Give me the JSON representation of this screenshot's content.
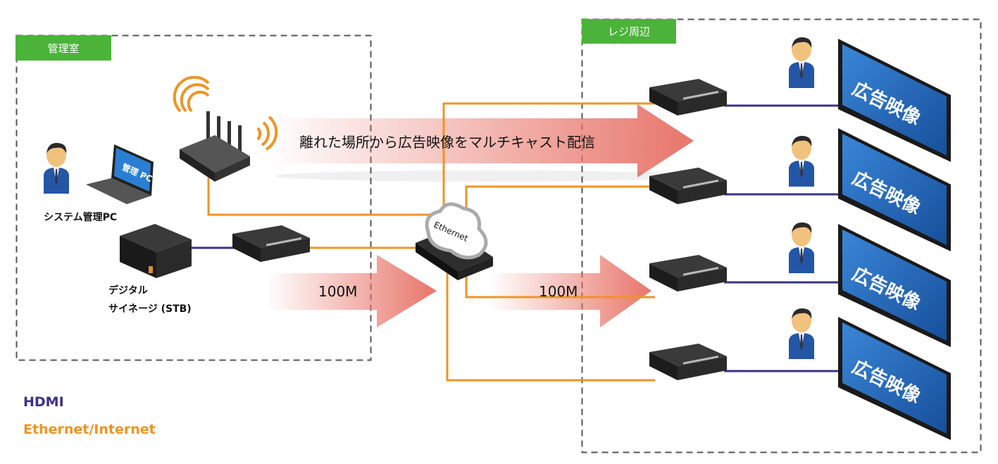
{
  "zones": {
    "left_label": "管理室",
    "right_label": "レジ周辺"
  },
  "devices": {
    "admin_pc_label": "システム管理PC",
    "laptop_screen_text": "管理 PC",
    "stb_label_line1": "デジタル",
    "stb_label_line2": "サイネージ (STB)",
    "switch_cloud_text": "Ethernet",
    "tv_text": "広告映像"
  },
  "arrows": {
    "multicast_text": "離れた場所から広告映像をマルチキャスト配信",
    "bandwidth_left": "100M",
    "bandwidth_right": "100M"
  },
  "legend": {
    "hdmi": "HDMI",
    "ethernet": "Ethernet/Internet"
  },
  "colors": {
    "hdmi": "#3b3184",
    "ethernet": "#ef9424",
    "zone_label": "#4bb33a",
    "arrow": "#e8756a",
    "tv_screen": "#1e64b8"
  }
}
